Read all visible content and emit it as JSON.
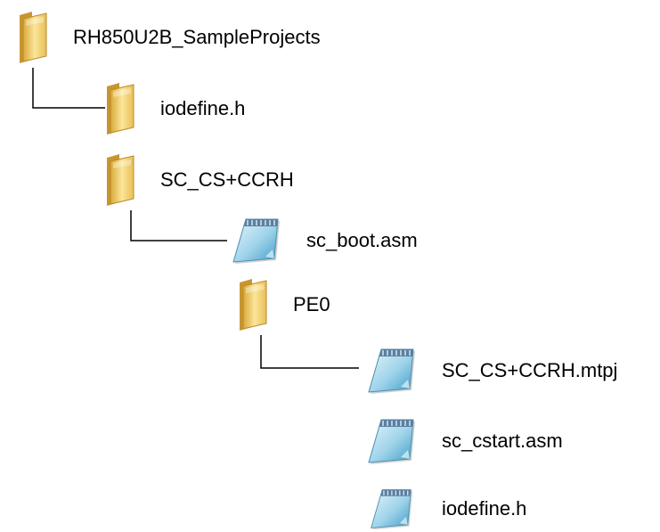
{
  "tree": {
    "root": {
      "label": "RH850U2B_SampleProjects",
      "icon": "folder-icon",
      "children": [
        {
          "label": "iodefine.h",
          "icon": "folder-icon"
        },
        {
          "label": "SC_CS+CCRH",
          "icon": "folder-icon",
          "children": [
            {
              "label": "sc_boot.asm",
              "icon": "notepad-file-icon"
            },
            {
              "label": "PE0",
              "icon": "folder-icon",
              "children": [
                {
                  "label": "SC_CS+CCRH.mtpj",
                  "icon": "notepad-file-icon"
                },
                {
                  "label": "sc_cstart.asm",
                  "icon": "notepad-file-icon"
                },
                {
                  "label": "iodefine.h",
                  "icon": "notepad-file-icon"
                }
              ]
            }
          ]
        }
      ]
    }
  },
  "colors": {
    "folder_light": "#f8e08a",
    "folder_dark": "#d9a93a",
    "file_blue": "#5fb3d8",
    "connector": "#000000",
    "text": "#000000"
  }
}
